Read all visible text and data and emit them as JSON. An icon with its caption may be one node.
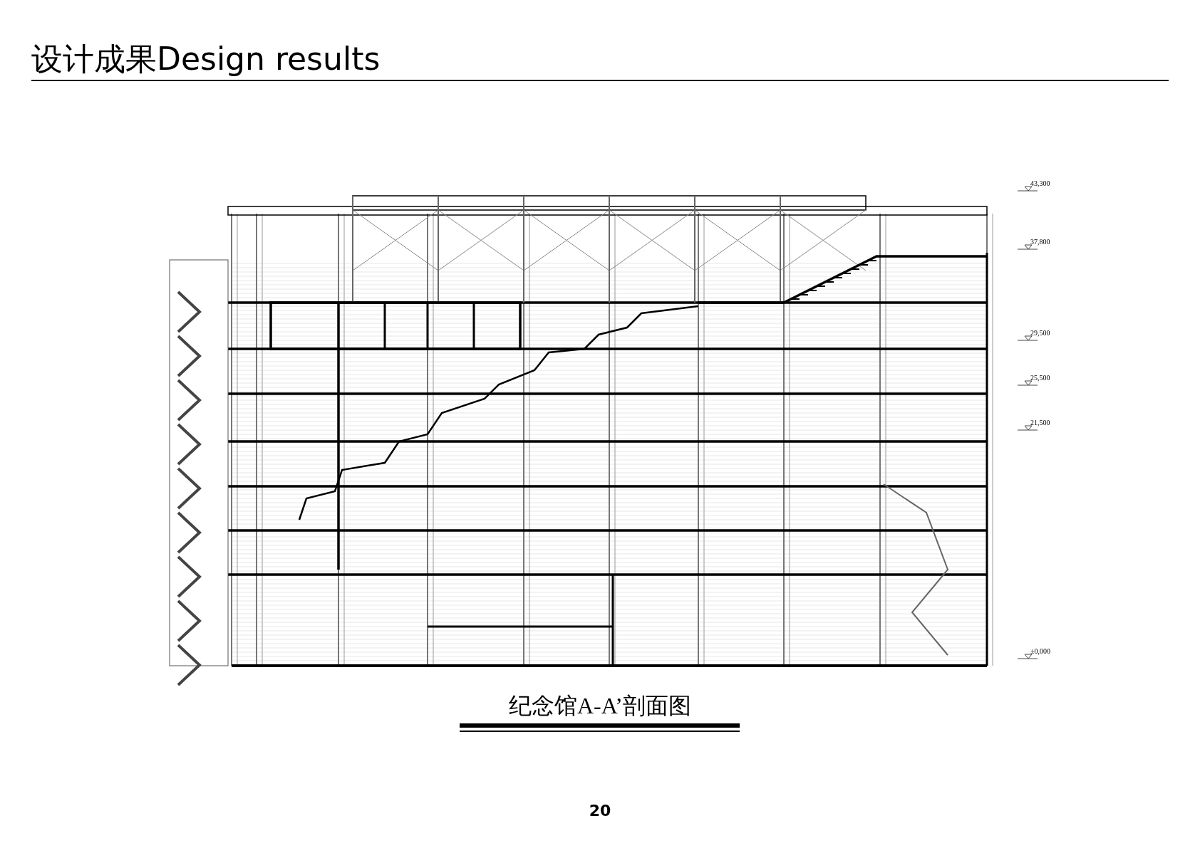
{
  "diagram": {
    "title": "设计成果Design results",
    "caption": "纪念馆A-A’剖面图",
    "labels": [
      "43,300",
      "37,800",
      "29,500",
      "25,500",
      "21,500",
      "±0,000",
      "20"
    ]
  }
}
